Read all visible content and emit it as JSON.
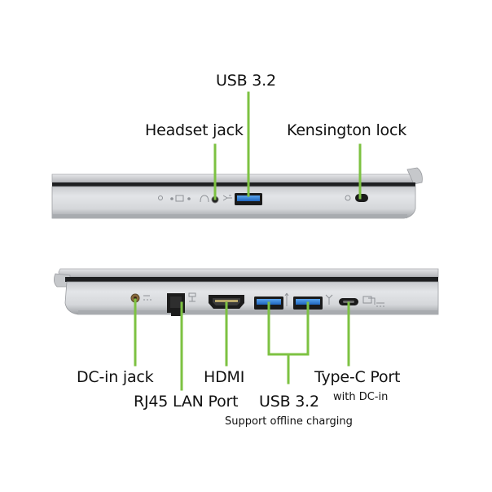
{
  "labels": {
    "top_usb": "USB 3.2",
    "headset_jack": "Headset jack",
    "kensington_lock": "Kensington lock",
    "dc_in_jack": "DC-in jack",
    "rj45": "RJ45 LAN Port",
    "hdmi": "HDMI",
    "bottom_usb": "USB 3.2",
    "bottom_usb_note": "Support offline charging",
    "type_c": "Type-C Port",
    "type_c_note": "with DC-in"
  },
  "colors": {
    "leader_line": "#7dc242",
    "chassis_light": "#d7d9dc",
    "chassis_dark": "#8e9196",
    "usb_blue": "#2e7fd6"
  }
}
